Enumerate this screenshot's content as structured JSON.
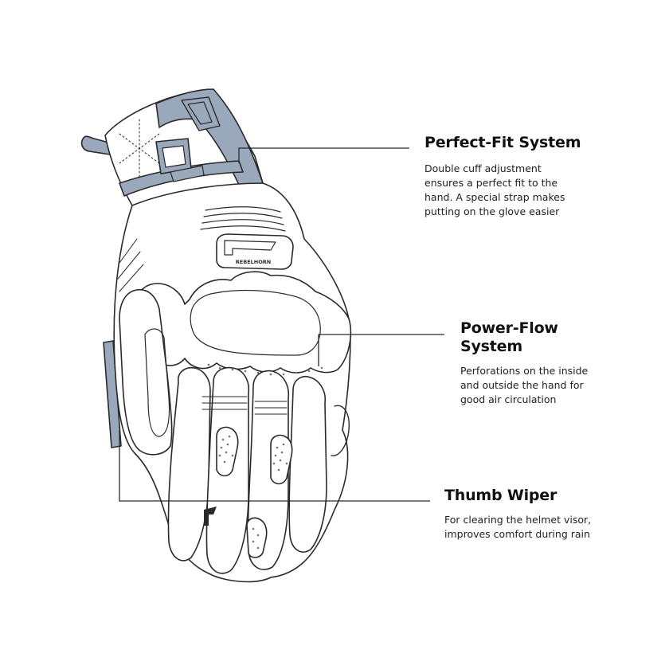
{
  "callouts": [
    {
      "title": "Perfect-Fit System",
      "lines": [
        "Double cuff adjustment",
        "ensures a perfect fit to the",
        "hand. A special strap makes",
        "putting on the glove easier"
      ]
    },
    {
      "title_lines": [
        "Power-Flow",
        "System"
      ],
      "lines": [
        "Perforations on the inside",
        "and outside the hand for",
        "good air circulation"
      ]
    },
    {
      "title": "Thumb Wiper",
      "lines": [
        "For clearing the helmet visor,",
        "improves comfort during rain"
      ]
    }
  ],
  "brand": {
    "wordmark": "REBELHORN"
  },
  "colors": {
    "accent_gray_blue": "#9aa8bb",
    "outline": "#2a2a2a",
    "glove_fill": "#ffffff",
    "text": "#111111"
  }
}
